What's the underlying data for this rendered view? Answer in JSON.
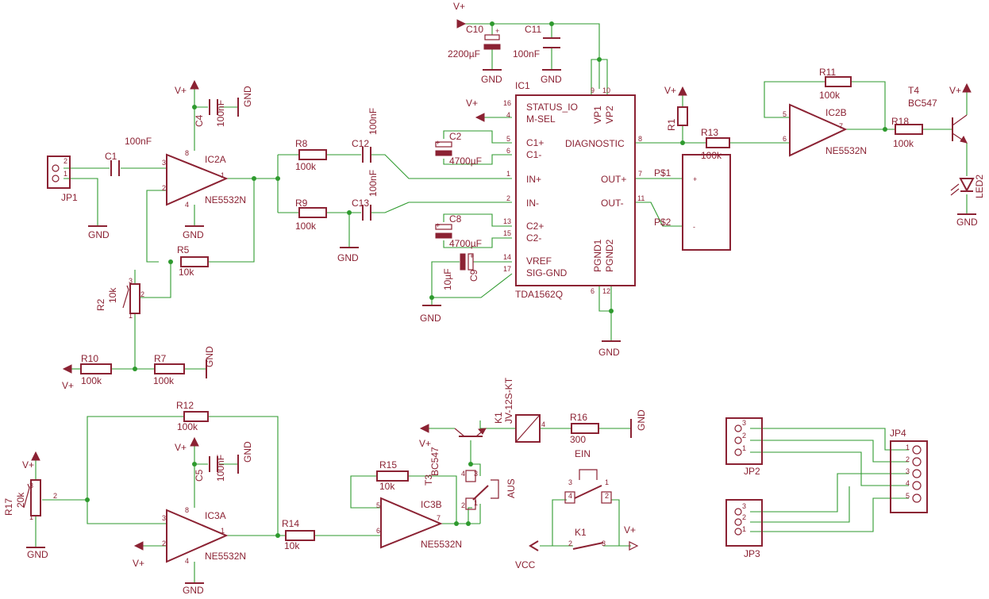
{
  "colors": {
    "part": "#8b2233",
    "wire": "#2e9a2e",
    "background": "#ffffff"
  },
  "labels": [
    [
      "V+",
      571,
      12
    ],
    [
      "C10",
      587,
      41
    ],
    [
      "2200µF",
      564,
      72
    ],
    [
      "C11",
      661,
      41
    ],
    [
      "100nF",
      646,
      72
    ],
    [
      "GND",
      606,
      104
    ],
    [
      "GND",
      681,
      104
    ],
    [
      "V+",
      220,
      118
    ],
    [
      "C4",
      255,
      160
    ],
    [
      "100nF",
      282,
      160
    ],
    [
      "GND",
      316,
      135
    ],
    [
      "C1",
      132,
      201
    ],
    [
      "100nF",
      157,
      182
    ],
    [
      "JP1",
      77,
      253
    ],
    [
      "8",
      233,
      196
    ],
    [
      "IC2A",
      258,
      205
    ],
    [
      "3",
      204,
      208
    ],
    [
      "1",
      278,
      224
    ],
    [
      "2",
      204,
      240
    ],
    [
      "4",
      233,
      261
    ],
    [
      "NE5532N",
      258,
      256
    ],
    [
      "GND",
      111,
      300
    ],
    [
      "GND",
      230,
      300
    ],
    [
      "R5",
      223,
      319
    ],
    [
      "10k",
      225,
      347
    ],
    [
      "R2",
      131,
      392
    ],
    [
      "10k",
      146,
      382
    ],
    [
      "3",
      162,
      357
    ],
    [
      "2",
      177,
      374
    ],
    [
      "1",
      162,
      401
    ],
    [
      "R10",
      102,
      456
    ],
    [
      "100k",
      102,
      484
    ],
    [
      "R7",
      194,
      456
    ],
    [
      "100k",
      193,
      484
    ],
    [
      "V+",
      78,
      490
    ],
    [
      "GND",
      268,
      463
    ],
    [
      "R8",
      372,
      185
    ],
    [
      "100k",
      372,
      214
    ],
    [
      "C12",
      443,
      185
    ],
    [
      "100nF",
      474,
      170
    ],
    [
      "R9",
      372,
      260
    ],
    [
      "100k",
      372,
      289
    ],
    [
      "C13",
      443,
      260
    ],
    [
      "100nF",
      474,
      248
    ],
    [
      "GND",
      425,
      329
    ],
    [
      "V+",
      587,
      134
    ],
    [
      "16",
      634,
      133
    ],
    [
      "4",
      638,
      148
    ],
    [
      "STATUS_IO",
      663,
      139
    ],
    [
      "M-SEL",
      663,
      154
    ],
    [
      "C2",
      566,
      176
    ],
    [
      "4700µF",
      566,
      207
    ],
    [
      "5",
      638,
      178
    ],
    [
      "6",
      638,
      193
    ],
    [
      "C1+",
      663,
      184
    ],
    [
      "C1-",
      663,
      199
    ],
    [
      "IC1",
      649,
      112
    ],
    [
      "9",
      744,
      117
    ],
    [
      "10",
      759,
      117
    ],
    [
      "VP1",
      757,
      156
    ],
    [
      "VP2",
      772,
      156
    ],
    [
      "DIAGNOSTIC",
      712,
      185
    ],
    [
      "8",
      804,
      178
    ],
    [
      "1",
      638,
      222
    ],
    [
      "IN+",
      663,
      230
    ],
    [
      "7",
      804,
      222
    ],
    [
      "OUT+",
      757,
      230
    ],
    [
      "P$1",
      824,
      222
    ],
    [
      "2",
      638,
      253
    ],
    [
      "IN-",
      663,
      260
    ],
    [
      "11",
      803,
      253
    ],
    [
      "OUT-",
      757,
      260
    ],
    [
      "P$2",
      824,
      284
    ],
    [
      "C8",
      566,
      280
    ],
    [
      "4700µF",
      566,
      311
    ],
    [
      "13",
      634,
      282
    ],
    [
      "15",
      634,
      297
    ],
    [
      "C2+",
      663,
      289
    ],
    [
      "C2-",
      663,
      304
    ],
    [
      "14",
      634,
      327
    ],
    [
      "VREF",
      663,
      333
    ],
    [
      "17",
      634,
      342
    ],
    [
      "SIG-GND",
      663,
      348
    ],
    [
      "C9",
      601,
      355
    ],
    [
      "10µF",
      568,
      366
    ],
    [
      "PGND1",
      757,
      343
    ],
    [
      "PGND2",
      772,
      343
    ],
    [
      "6",
      744,
      370
    ],
    [
      "12",
      759,
      370
    ],
    [
      "TDA1562Q",
      649,
      375
    ],
    [
      "GND",
      529,
      405
    ],
    [
      "GND",
      754,
      448
    ],
    [
      "V+",
      837,
      118
    ],
    [
      "R1",
      850,
      165
    ],
    [
      "R13",
      883,
      171
    ],
    [
      "100k",
      883,
      200
    ],
    [
      "+",
      873,
      229
    ],
    [
      "-",
      873,
      289
    ],
    [
      "R11",
      1032,
      95
    ],
    [
      "100k",
      1032,
      124
    ],
    [
      "5",
      986,
      147
    ],
    [
      "IC2B",
      1040,
      146
    ],
    [
      "7",
      1057,
      162
    ],
    [
      "6",
      986,
      178
    ],
    [
      "NE5532N",
      1040,
      194
    ],
    [
      "R18",
      1123,
      157
    ],
    [
      "100k",
      1125,
      185
    ],
    [
      "T4",
      1144,
      118
    ],
    [
      "BC547",
      1144,
      134
    ],
    [
      "V+",
      1196,
      118
    ],
    [
      "LED2",
      1238,
      250
    ],
    [
      "GND",
      1205,
      284
    ],
    [
      "R12",
      222,
      515
    ],
    [
      "100k",
      223,
      542
    ],
    [
      "V+",
      28,
      590
    ],
    [
      "R17",
      15,
      650
    ],
    [
      "20k",
      30,
      640
    ],
    [
      "3",
      37,
      615
    ],
    [
      "2",
      67,
      628
    ],
    [
      "1",
      37,
      655
    ],
    [
      "GND",
      34,
      703
    ],
    [
      "C5",
      255,
      607
    ],
    [
      "100nF",
      282,
      607
    ],
    [
      "GND",
      316,
      583
    ],
    [
      "V+",
      220,
      568
    ],
    [
      "8",
      233,
      646
    ],
    [
      "IC3A",
      258,
      654
    ],
    [
      "3",
      204,
      656
    ],
    [
      "1",
      278,
      672
    ],
    [
      "2",
      204,
      688
    ],
    [
      "4",
      233,
      710
    ],
    [
      "NE5532N",
      258,
      705
    ],
    [
      "V+",
      167,
      714
    ],
    [
      "GND",
      230,
      748
    ],
    [
      "R14",
      355,
      664
    ],
    [
      "10k",
      358,
      692
    ],
    [
      "R15",
      478,
      590
    ],
    [
      "10k",
      478,
      617
    ],
    [
      "T3",
      544,
      612
    ],
    [
      "BC547",
      552,
      600
    ],
    [
      "5",
      474,
      640
    ],
    [
      "IC3B",
      530,
      640
    ],
    [
      "7",
      550,
      656
    ],
    [
      "6",
      474,
      672
    ],
    [
      "NE5532N",
      530,
      690
    ],
    [
      "K1",
      632,
      534
    ],
    [
      "JV-12S-KT",
      645,
      534
    ],
    [
      "4",
      682,
      538
    ],
    [
      "R16",
      718,
      530
    ],
    [
      "300",
      718,
      558
    ],
    [
      "GND",
      812,
      543
    ],
    [
      "V+",
      528,
      563
    ],
    [
      "4",
      581,
      600
    ],
    [
      "3",
      597,
      600
    ],
    [
      "2",
      581,
      640
    ],
    [
      "1",
      597,
      637
    ],
    [
      "AUS",
      648,
      628
    ],
    [
      "EIN",
      724,
      576
    ],
    [
      "3",
      716,
      611
    ],
    [
      "1",
      762,
      611
    ],
    [
      "4",
      716,
      628
    ],
    [
      "2",
      762,
      628
    ],
    [
      "K1",
      724,
      675
    ],
    [
      "2",
      716,
      688
    ],
    [
      "3",
      758,
      688
    ],
    [
      "V+",
      786,
      672
    ],
    [
      "VCC",
      649,
      716
    ],
    [
      "3",
      935,
      536
    ],
    [
      "2",
      935,
      552
    ],
    [
      "1",
      935,
      568
    ],
    [
      "JP2",
      937,
      598
    ],
    [
      "JP4",
      1121,
      550
    ],
    [
      "1",
      1141,
      567
    ],
    [
      "2",
      1141,
      582
    ],
    [
      "3",
      1141,
      597
    ],
    [
      "4",
      1141,
      612
    ],
    [
      "5",
      1141,
      628
    ],
    [
      "3",
      935,
      641
    ],
    [
      "2",
      935,
      655
    ],
    [
      "1",
      935,
      670
    ],
    [
      "JP3",
      937,
      702
    ],
    [
      "2",
      80,
      206
    ],
    [
      "1",
      80,
      222
    ]
  ]
}
